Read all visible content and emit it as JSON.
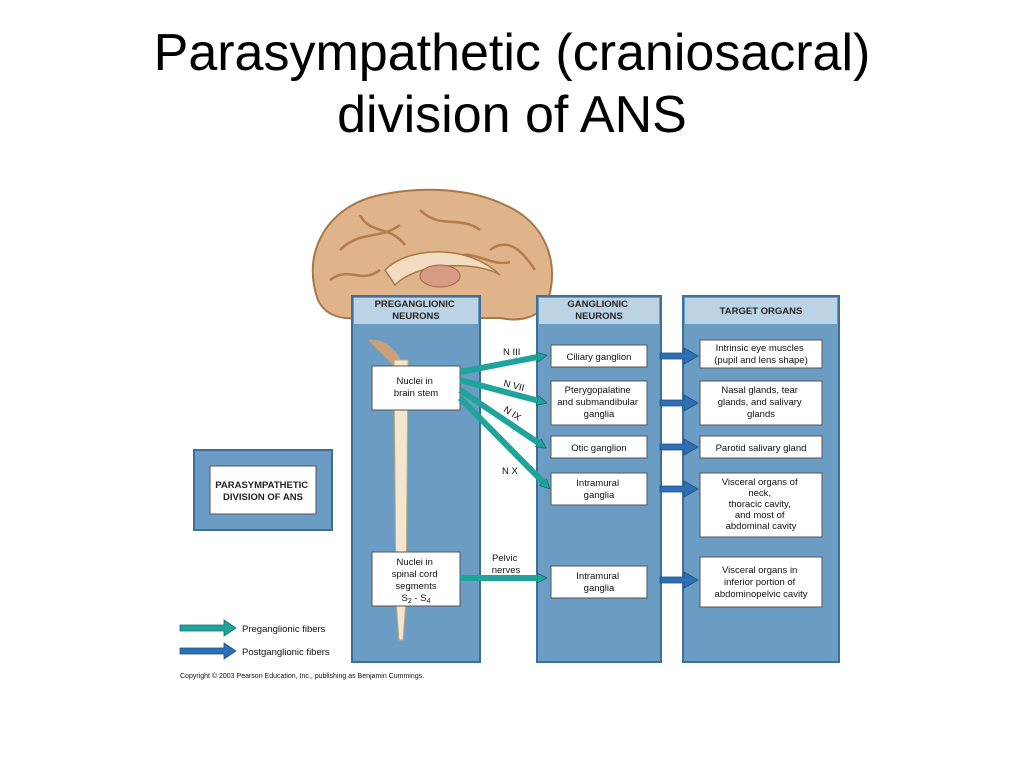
{
  "slide": {
    "title_line1": "Parasympathetic (craniosacral)",
    "title_line2": "division of ANS"
  },
  "columns": {
    "preganglionic": [
      "PREGANGLIONIC",
      "NEURONS"
    ],
    "ganglionic": [
      "GANGLIONIC",
      "NEURONS"
    ],
    "target": [
      "TARGET ORGANS"
    ]
  },
  "side_label": [
    "PARASYMPATHETIC",
    "DIVISION OF ANS"
  ],
  "nuclei": {
    "brain_stem": [
      "Nuclei in",
      "brain stem"
    ],
    "spinal": [
      "Nuclei in",
      "spinal cord",
      "segments"
    ],
    "spinal_seg_a": "S",
    "spinal_seg_a_sub": "2",
    "spinal_seg_sep": " - S",
    "spinal_seg_b_sub": "4"
  },
  "nerves": {
    "n3": "N III",
    "n7": "N VII",
    "n9": "N IX",
    "n10": "N X",
    "pelvic": [
      "Pelvic",
      "nerves"
    ]
  },
  "ganglia": {
    "ciliary": [
      "Ciliary ganglion"
    ],
    "pterygo": [
      "Pterygopalatine",
      "and submandibular",
      "ganglia"
    ],
    "otic": [
      "Otic ganglion"
    ],
    "intramural1": [
      "Intramural",
      "ganglia"
    ],
    "intramural2": [
      "Intramural",
      "ganglia"
    ]
  },
  "targets": {
    "eye": [
      "Intrinsic eye muscles",
      "(pupil and lens shape)"
    ],
    "nasal": [
      "Nasal glands, tear",
      "glands, and salivary",
      "glands"
    ],
    "parotid": [
      "Parotid salivary gland"
    ],
    "visceral1": [
      "Visceral organs of",
      "neck,",
      "thoracic cavity,",
      "and most of",
      "abdominal cavity"
    ],
    "visceral2": [
      "Visceral organs in",
      "inferior portion of",
      "abdominopelvic cavity"
    ]
  },
  "legend": {
    "pre": "Preganglionic fibers",
    "post": "Postganglionic fibers"
  },
  "copyright": "Copyright © 2003 Pearson Education, Inc., publishing as Benjamin Cummings.",
  "colors": {
    "panel": "#6b9cc4",
    "panel_border": "#3f6f96",
    "header_band": "#bcd3e6",
    "pre_fiber": "#1fa39a",
    "post_fiber": "#2f6fb5",
    "brain": "#e0b48a"
  }
}
